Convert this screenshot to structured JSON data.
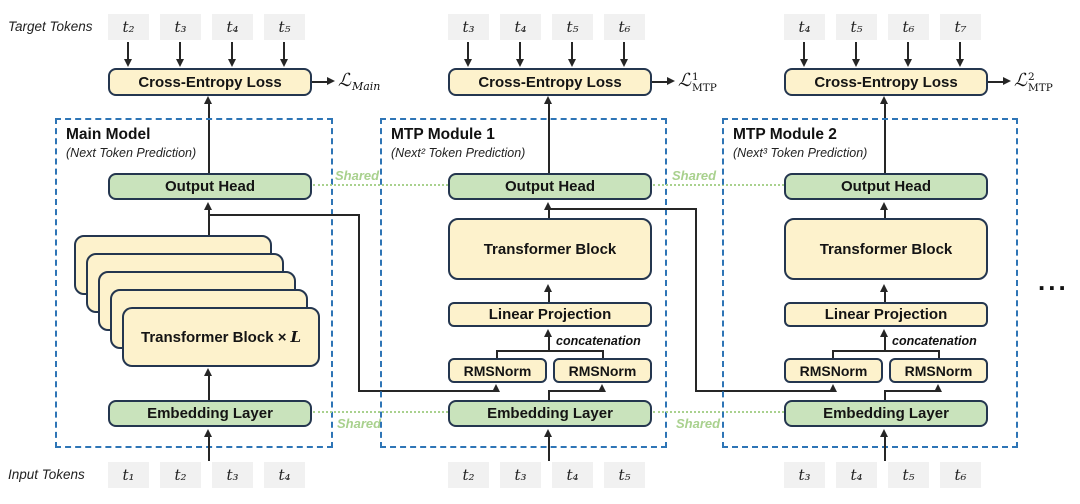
{
  "colors": {
    "box_border": "#24364f",
    "yellow_fill": "#fdf2cc",
    "green_fill": "#c9e3bc",
    "dashed_blue": "#2e75b6",
    "shared_green": "#a9d18e",
    "token_gray": "#f1f1f1"
  },
  "labels": {
    "target_tokens": "Target Tokens",
    "input_tokens": "Input Tokens",
    "cross_entropy": "Cross-Entropy Loss",
    "output_head": "Output Head",
    "embedding": "Embedding Layer",
    "transformer_block": "Transformer Block",
    "linear_projection": "Linear Projection",
    "rmsnorm": "RMSNorm",
    "concatenation": "concatenation",
    "shared": "Shared",
    "stack_label": "Transformer Block ×",
    "stack_label_var": "L",
    "ellipsis": "..."
  },
  "modules": {
    "main": {
      "title": "Main Model",
      "subtitle": "(Next Token Prediction)",
      "target_tokens": [
        "t₂",
        "t₃",
        "t₄",
        "t₅"
      ],
      "input_tokens": [
        "t₁",
        "t₂",
        "t₃",
        "t₄"
      ],
      "loss": {
        "script": "ℒ",
        "sub": "Main"
      }
    },
    "mtp1": {
      "title": "MTP Module 1",
      "subtitle": "(Next² Token Prediction)",
      "target_tokens": [
        "t₃",
        "t₄",
        "t₅",
        "t₆"
      ],
      "input_tokens": [
        "t₂",
        "t₃",
        "t₄",
        "t₅"
      ],
      "loss": {
        "script": "ℒ",
        "sup": "1",
        "sub": "MTP"
      }
    },
    "mtp2": {
      "title": "MTP Module 2",
      "subtitle": "(Next³ Token Prediction)",
      "target_tokens": [
        "t₄",
        "t₅",
        "t₆",
        "t₇"
      ],
      "input_tokens": [
        "t₃",
        "t₄",
        "t₅",
        "t₆"
      ],
      "loss": {
        "script": "ℒ",
        "sup": "2",
        "sub": "MTP"
      }
    }
  }
}
